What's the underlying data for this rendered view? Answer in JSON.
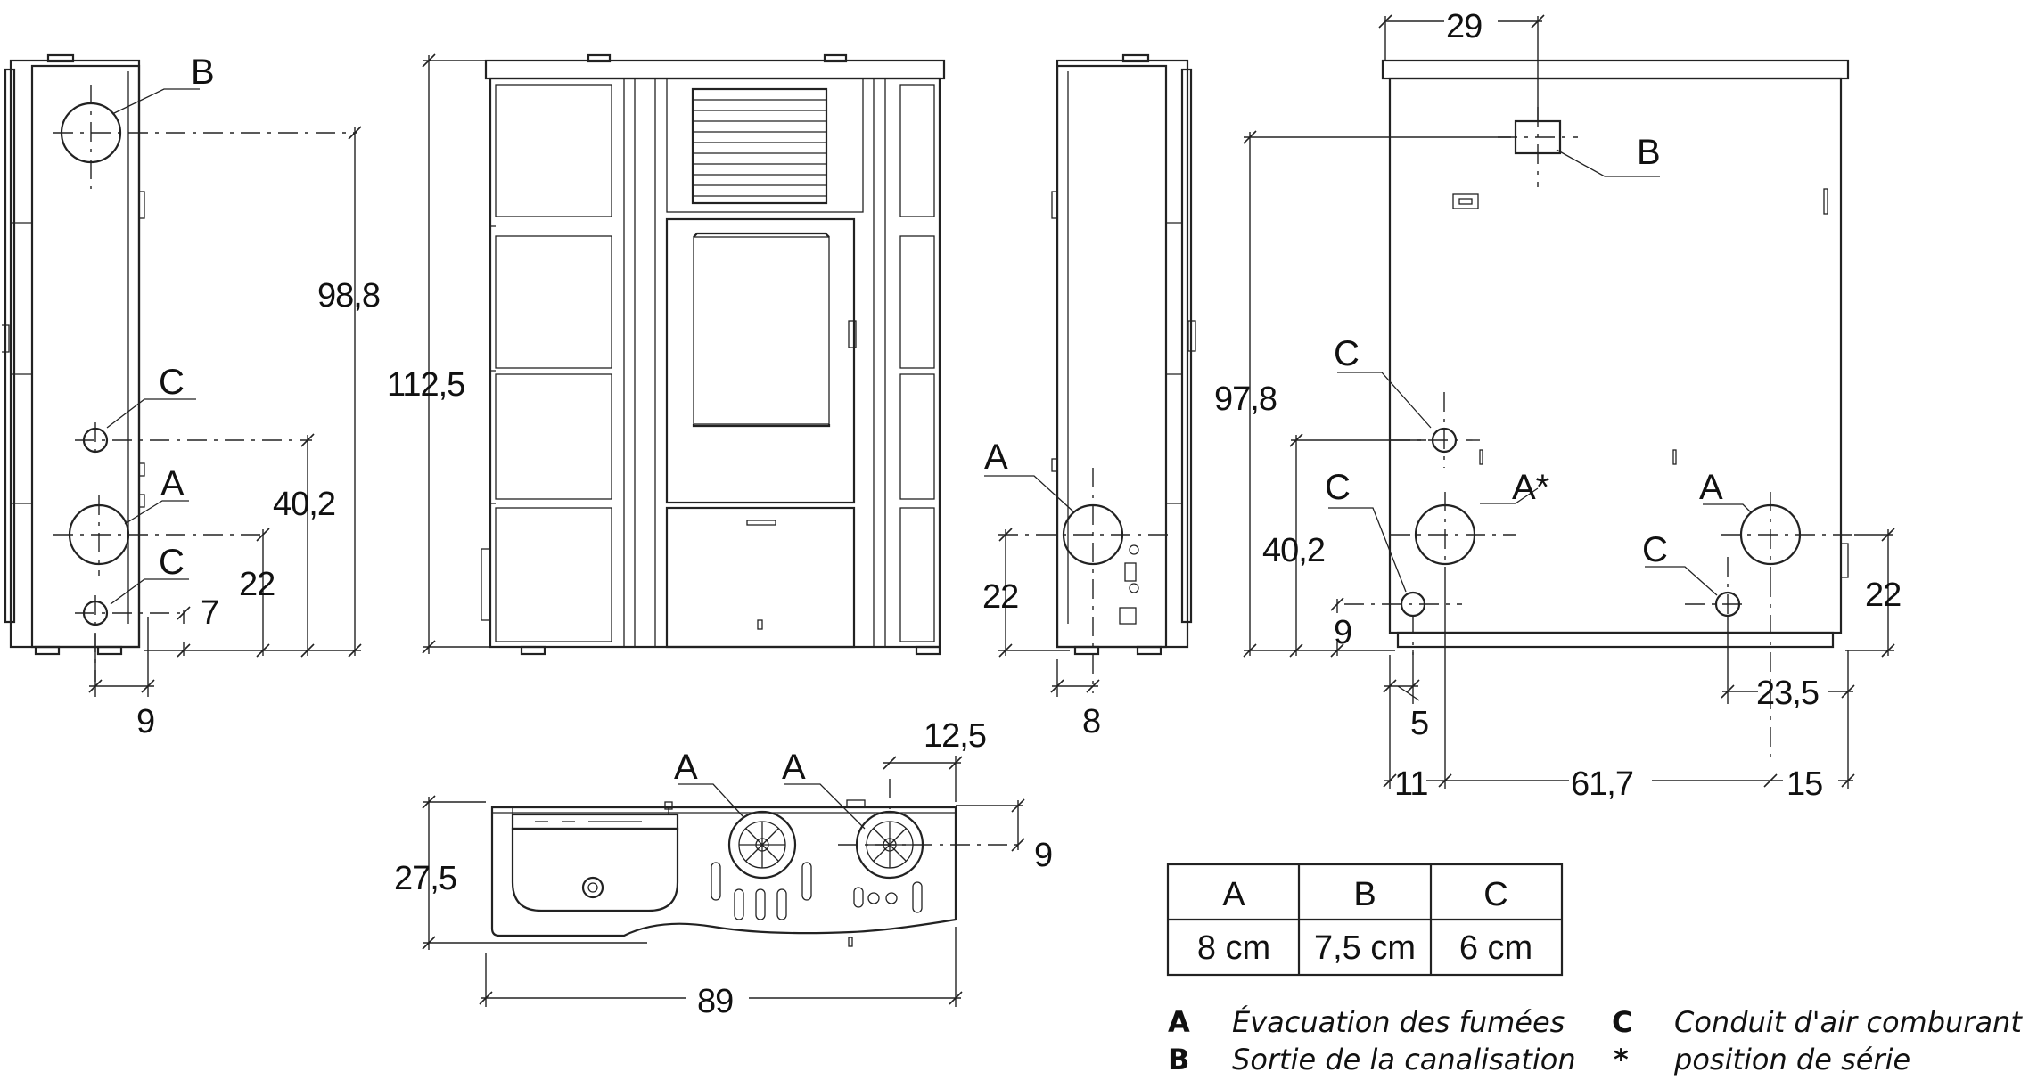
{
  "labels": {
    "a": "A",
    "a_star": "A*",
    "b": "B",
    "c": "C"
  },
  "dimensions": {
    "side_left": {
      "height_b": "98,8",
      "height_c": "40,2",
      "height_a": "22",
      "bottom_c": "7",
      "side_offset": "9"
    },
    "front": {
      "height": "112,5"
    },
    "side_right": {
      "height_a": "22",
      "side_offset": "8"
    },
    "rear": {
      "top_b": "29",
      "height_b": "97,8",
      "height_c": "40,2",
      "height_c_low": "9",
      "height_a": "22",
      "left_offset": "5",
      "c_offset": "23,5",
      "left_margin": "11",
      "axis_distance": "61,7",
      "right_margin": "15"
    },
    "top_view": {
      "depth": "27,5",
      "width": "89",
      "pipe_offset": "12,5",
      "pipe_depth": "9"
    }
  },
  "diameter_table": {
    "headers": [
      "A",
      "B",
      "C"
    ],
    "values": [
      "8 cm",
      "7,5 cm",
      "6 cm"
    ]
  },
  "legend": [
    {
      "key": "A",
      "text": "Évacuation des fumées"
    },
    {
      "key": "B",
      "text": "Sortie de la canalisation"
    },
    {
      "key": "C",
      "text": "Conduit d'air comburant"
    },
    {
      "key": "*",
      "text": "position de série"
    }
  ]
}
